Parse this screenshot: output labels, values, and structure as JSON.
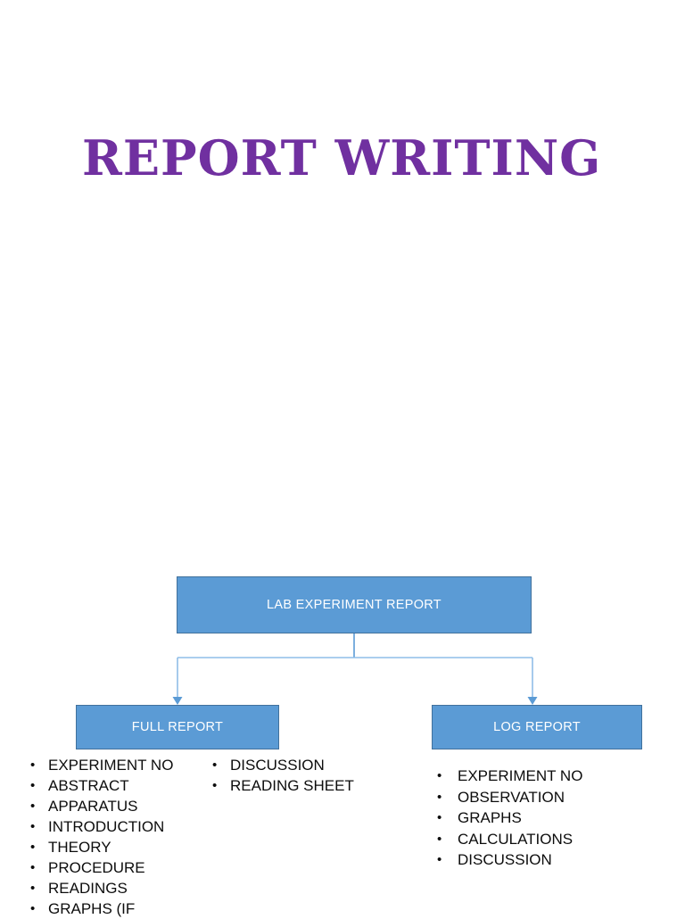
{
  "slide": {
    "title": "REPORT WRITING",
    "title_color": "#7030A0",
    "background_color": "#FFFFFF"
  },
  "diagram": {
    "node_fill_color": "#5B9BD5",
    "node_border_color": "#41719C",
    "node_text_color": "#FFFFFF",
    "connector_color": "#5B9BD5",
    "root": {
      "label": "LAB EXPERIMENT REPORT"
    },
    "branches": [
      {
        "label": "FULL REPORT"
      },
      {
        "label": "LOG REPORT"
      }
    ]
  },
  "full_report_items_column1": [
    "EXPERIMENT NO",
    "ABSTRACT",
    "APPARATUS",
    "INTRODUCTION",
    "THEORY",
    "PROCEDURE",
    "READINGS",
    "GRAPHS (IF"
  ],
  "full_report_items_column2": [
    "DISCUSSION",
    "READING SHEET"
  ],
  "log_report_items": [
    "EXPERIMENT NO",
    "OBSERVATION",
    "GRAPHS",
    "CALCULATIONS",
    "DISCUSSION"
  ]
}
